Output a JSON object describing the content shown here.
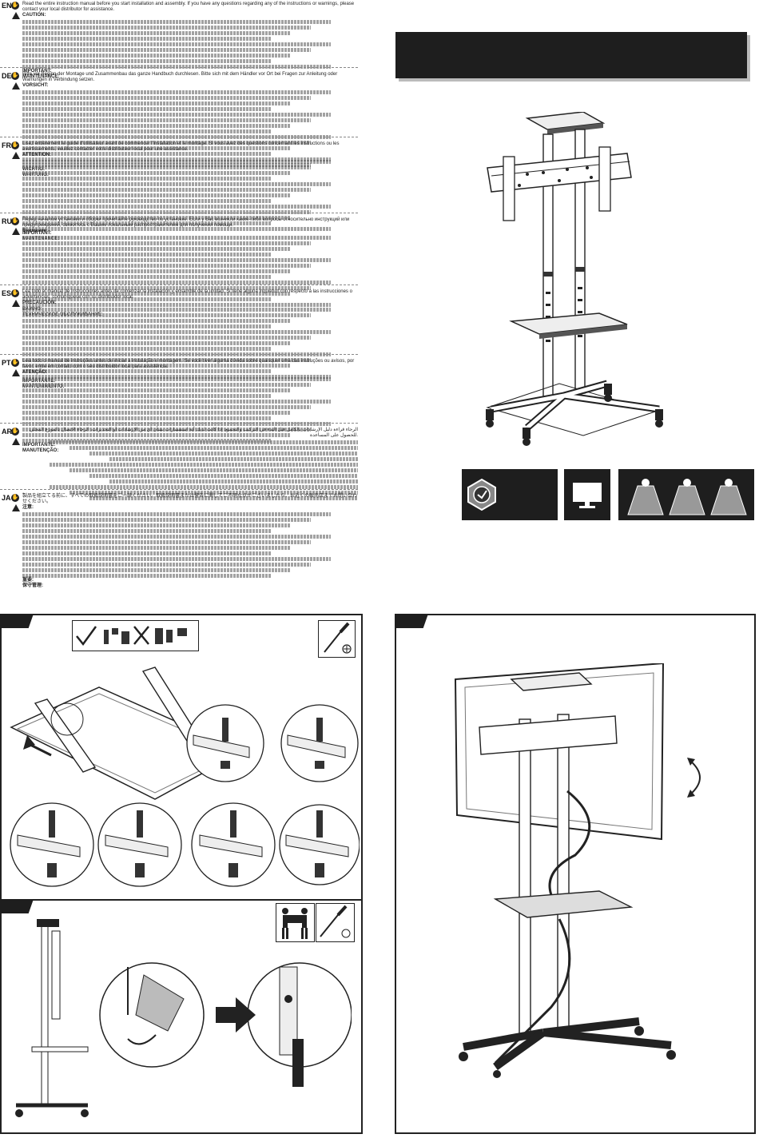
{
  "languages": [
    {
      "code": "EN",
      "intro": "Read the entire instruction manual before you start installation and assembly. If you have any questions regarding any of the instructions or warnings, please contact your local distributor for assistance.",
      "caution": "CAUTION:",
      "important": "IMPORTANT:",
      "maintenance": "MAINTENANCE:"
    },
    {
      "code": "DE",
      "intro": "Bitte vor Beginn der Montage und Zusammenbau das ganze Handbuch durchlesen. Bitte sich mit dem Händler vor Ort bei Fragen zur Anleitung oder Warnungen in Verbindung setzen.",
      "caution": "VORSICHT:",
      "important": "WICHTIG:",
      "maintenance": "WARTUNG:"
    },
    {
      "code": "FR",
      "intro": "Lisez entièrement le guide d'utilisateur avant de commencer l'installation et le montage. Si vous avez des questions concernant les instructions ou les avertissements, veuillez contacter votre distributeur local pour une assistance.",
      "caution": "ATTENTION:",
      "important": "IMPORTANT:",
      "maintenance": "MAINTENANCE:"
    },
    {
      "code": "RU",
      "intro": "Перед началом установки и сборки прочитайте руководство по установке. Если у Вас возникли какие-либо вопросы относительно инструкций или предупреждений, свяжитесь с Вашим локальным распространителем для получения помощи.",
      "caution": "Внимание:",
      "important": "ВАЖНО:",
      "maintenance": "ТЕХНИЧЕСКОЕ ОБСЛУЖИВАНИЕ:"
    },
    {
      "code": "ES",
      "intro": "Lea todo el manual de instrucciones antes de comenzar la instalación y ensamble de la unidad. Si tiene alguna inquietud con respecto a las instrucciones o advertencias, comuníquese con su distribuidor local.",
      "caution": "PRECAUCIÓN:",
      "important": "IMPORTANTE:",
      "maintenance": "MANTENIMIENTO:"
    },
    {
      "code": "PT",
      "intro": "Leia todo o manual de instruções antes de iniciar a instalação e montagem. Se você tiver alguma dúvida sobre quaisquer uma das instruções ou avisos, por favor, entre em contato com o seu distribuidor local para assistência.",
      "caution": "ATENÇÃO:",
      "important": "IMPORTANTE:",
      "maintenance": "MANUTENÇÃO:"
    },
    {
      "code": "AR",
      "intro": "الرجاء قراءة دليل الإرشادات بالكامل قبل البدء في التركيب والتجميع. إذا كانت لديك أية استفسارات بشأن أي من الإرشادات أو التحذيرات، الرجاء الاتصال بالموزع المحلي للحصول على المساعدة.",
      "caution": "",
      "important": "",
      "maintenance": ""
    },
    {
      "code": "JA",
      "intro": "製品を組立てる前に、すべての取扱説明書をご一読ください。取扱説明書または警告に関してご不明な点がございましたら、お近くの販売店までお問い合わせください。",
      "caution": "注意:",
      "important": "重要:",
      "maintenance": "保守管理:"
    }
  ]
}
